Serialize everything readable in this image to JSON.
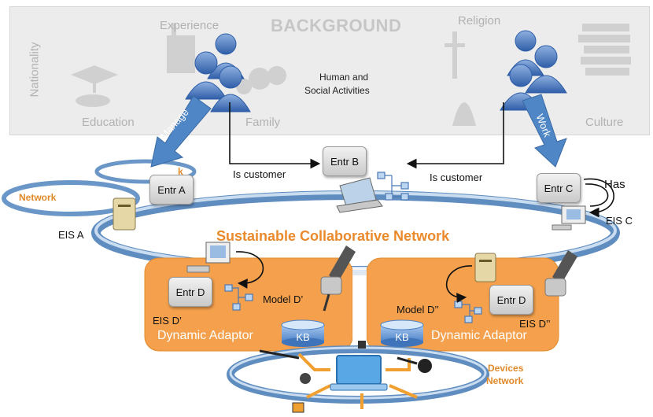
{
  "background": {
    "title": "BACKGROUND",
    "categories": {
      "nationality": "Nationality",
      "experience": "Experience",
      "education": "Education",
      "family": "Family",
      "religion": "Religion",
      "culture": "Culture"
    },
    "activities_line1": "Human and",
    "activities_line2": "Social Activities"
  },
  "arrows": {
    "manage": "Manage",
    "work": "Work",
    "is_customer_left": "Is customer",
    "is_customer_right": "Is customer",
    "has": "Has"
  },
  "enterprises": {
    "a": "Entr A",
    "b": "Entr B",
    "c": "Entr C",
    "d_left": "Entr D",
    "d_right": "Entr D"
  },
  "systems": {
    "eis_a": "EIS A",
    "eis_c": "EIS C",
    "eis_d1": "EIS D’",
    "eis_d2": "EIS D’’",
    "model_d1": "Model D’",
    "model_d2": "Model D’’"
  },
  "adaptors": {
    "left_label": "Dynamic Adaptor",
    "right_label": "Dynamic Adaptor",
    "kb_left": "KB",
    "kb_right": "KB"
  },
  "networks": {
    "main": "Sustainable Collaborative Network",
    "small_network": "Network",
    "small_network_hidden_suffix": "k",
    "devices_line1": "Devices",
    "devices_line2": "Network"
  },
  "colors": {
    "ring_blue": "#7fa7cf",
    "ring_light": "#c8daee",
    "orange": "#f4a04c",
    "arrow_blue": "#4f86c6",
    "people_blue": "#4a78b8",
    "accent_orange": "#ea8a2c"
  }
}
